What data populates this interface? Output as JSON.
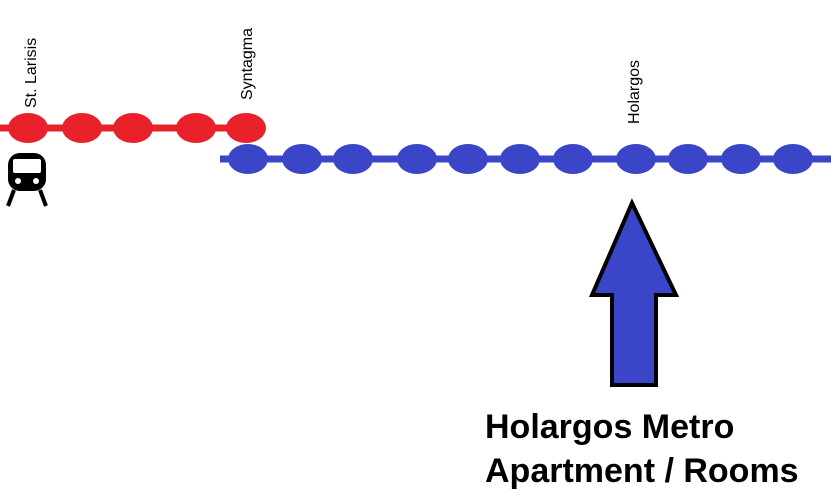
{
  "map": {
    "lines": [
      {
        "name": "",
        "color": "#e8212b",
        "stations": 5
      },
      {
        "name": "",
        "color": "#3b45c8",
        "stations": 11
      }
    ],
    "station_labels": [
      {
        "text": "St. Larisis",
        "line": 0,
        "station_index": 0
      },
      {
        "text": "Syntagma",
        "line": 0,
        "station_index": 4
      },
      {
        "text": "Holargos",
        "line": 1,
        "station_index": 7
      }
    ],
    "icons": {
      "train": "train-icon",
      "arrow": "arrow-up-icon"
    },
    "arrow_color": "#3b45c8",
    "caption": {
      "line1": "Holargos Metro",
      "line2": "Apartment / Rooms"
    }
  }
}
